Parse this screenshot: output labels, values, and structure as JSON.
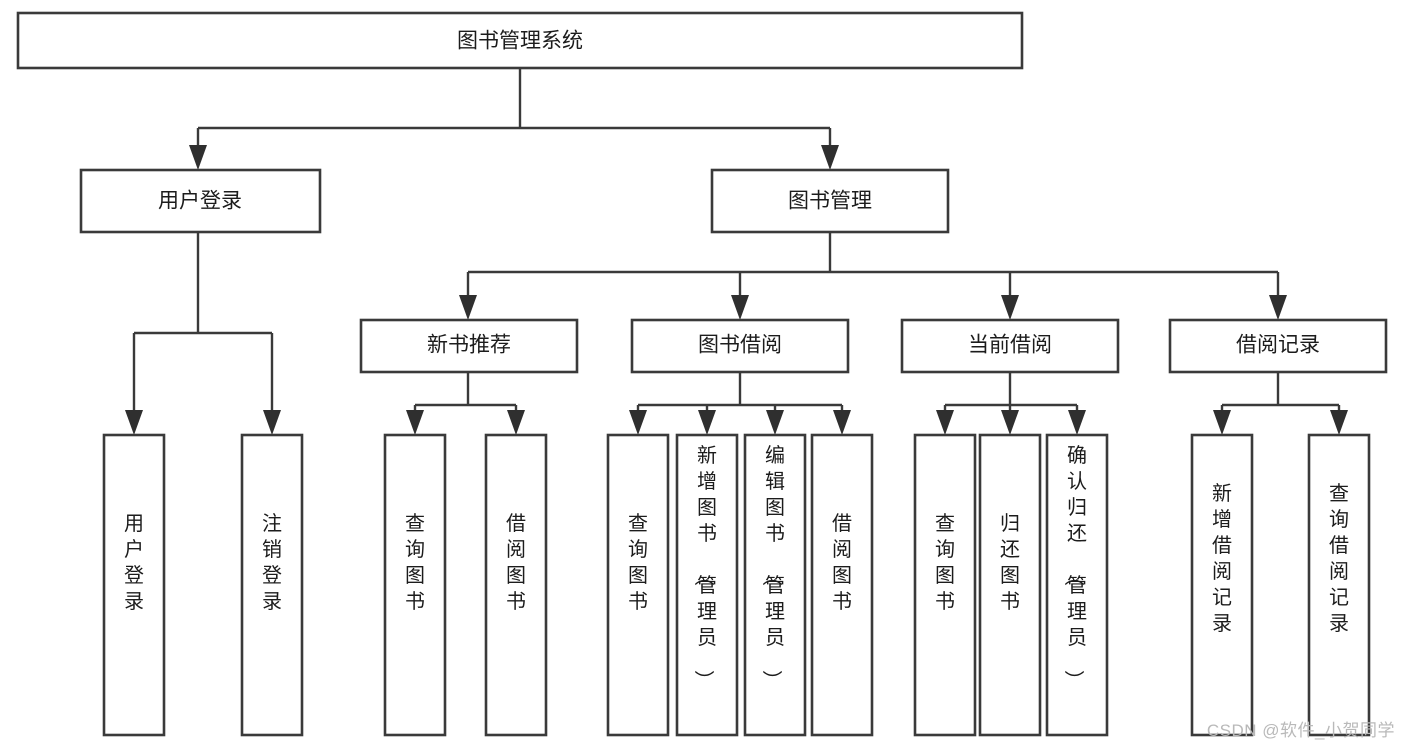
{
  "diagram": {
    "type": "tree-hierarchy",
    "title": "图书管理系统",
    "orientation": "top-down",
    "colors": {
      "box_stroke": "#3a3a3a",
      "box_fill": "#ffffff",
      "connector": "#3a3a3a",
      "text": "#1c1c1c",
      "background": "#ffffff",
      "watermark": "#b9b9b9"
    },
    "nodes": {
      "root": {
        "label": "图书管理系统",
        "level": 0,
        "orientation": "horizontal"
      },
      "l1": [
        {
          "id": "user-login",
          "label": "用户登录",
          "level": 1,
          "orientation": "horizontal"
        },
        {
          "id": "book-manage",
          "label": "图书管理",
          "level": 1,
          "orientation": "horizontal"
        }
      ],
      "l2": [
        {
          "id": "new-book-recommend",
          "label": "新书推荐",
          "level": 2,
          "orientation": "horizontal",
          "parent": "book-manage"
        },
        {
          "id": "book-borrow",
          "label": "图书借阅",
          "level": 2,
          "orientation": "horizontal",
          "parent": "book-manage"
        },
        {
          "id": "current-borrow",
          "label": "当前借阅",
          "level": 2,
          "orientation": "horizontal",
          "parent": "book-manage"
        },
        {
          "id": "borrow-record",
          "label": "借阅记录",
          "level": 2,
          "orientation": "horizontal",
          "parent": "book-manage"
        }
      ],
      "leaves": [
        {
          "id": "leaf-user-login",
          "label": "用户登录",
          "parent": "user-login",
          "orientation": "vertical"
        },
        {
          "id": "leaf-user-logout",
          "label": "注销登录",
          "parent": "user-login",
          "orientation": "vertical"
        },
        {
          "id": "leaf-query-book-1",
          "label": "查询图书",
          "parent": "new-book-recommend",
          "orientation": "vertical"
        },
        {
          "id": "leaf-borrow-book-1",
          "label": "借阅图书",
          "parent": "new-book-recommend",
          "orientation": "vertical"
        },
        {
          "id": "leaf-query-book-2",
          "label": "查询图书",
          "parent": "book-borrow",
          "orientation": "vertical"
        },
        {
          "id": "leaf-add-book",
          "label": "新增图书（管理员）",
          "parent": "book-borrow",
          "orientation": "vertical"
        },
        {
          "id": "leaf-edit-book",
          "label": "编辑图书（管理员）",
          "parent": "book-borrow",
          "orientation": "vertical"
        },
        {
          "id": "leaf-borrow-book-2",
          "label": "借阅图书",
          "parent": "book-borrow",
          "orientation": "vertical"
        },
        {
          "id": "leaf-query-book-3",
          "label": "查询图书",
          "parent": "current-borrow",
          "orientation": "vertical"
        },
        {
          "id": "leaf-return-book",
          "label": "归还图书",
          "parent": "current-borrow",
          "orientation": "vertical"
        },
        {
          "id": "leaf-confirm-return",
          "label": "确认归还（管理员）",
          "parent": "current-borrow",
          "orientation": "vertical"
        },
        {
          "id": "leaf-add-record",
          "label": "新增借阅记录",
          "parent": "borrow-record",
          "orientation": "vertical"
        },
        {
          "id": "leaf-query-record",
          "label": "查询借阅记录",
          "parent": "borrow-record",
          "orientation": "vertical"
        }
      ]
    },
    "watermark": "CSDN @软件_小贺同学"
  }
}
